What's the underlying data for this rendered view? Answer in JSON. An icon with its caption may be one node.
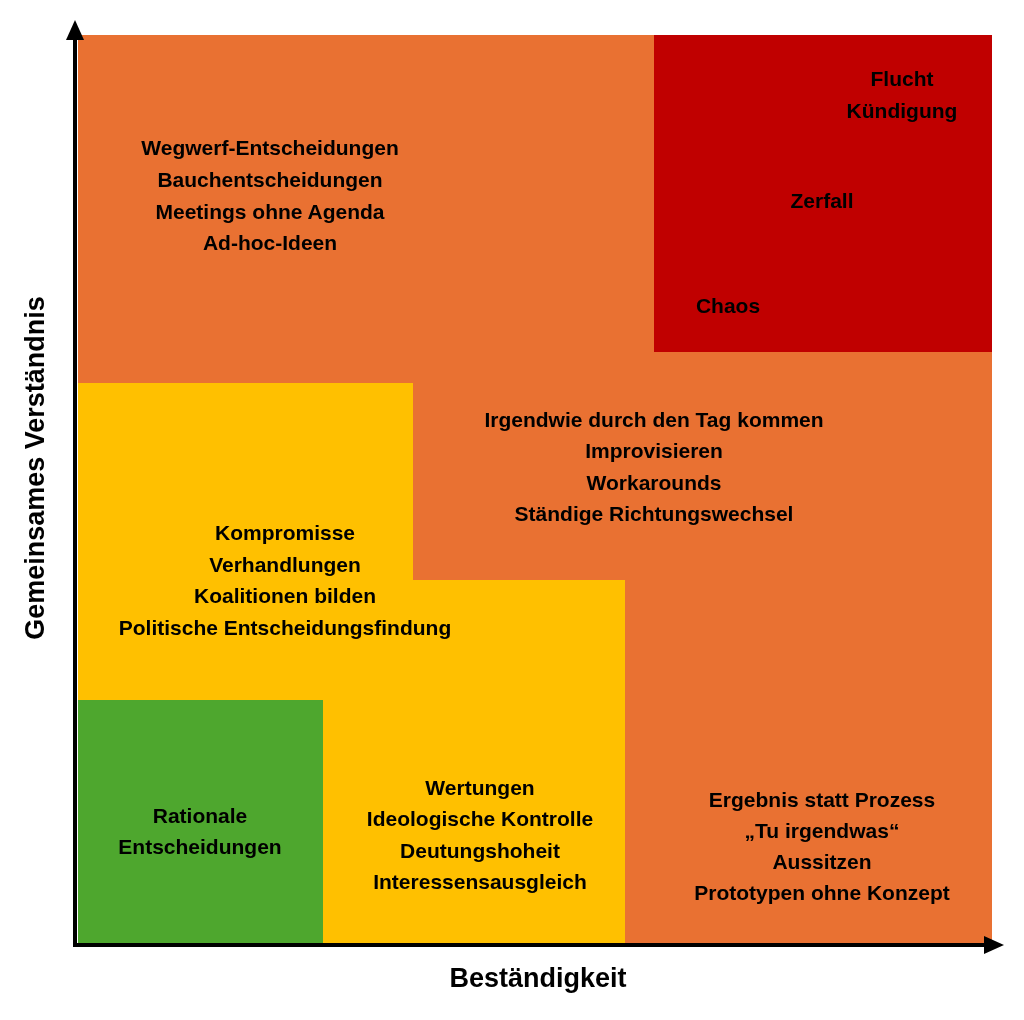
{
  "diagram": {
    "nodes": [
      {
        "text": [
          "Wegwerf-Entscheidungen",
          "Bauchentscheidungen",
          "Meetings ohne Agenda",
          "Ad-hoc-Ideen",
          "Irgendwie durch den Tag kommen",
          "Improvisieren",
          "Workarounds",
          "Ständige Richtungswechsel",
          "Ergebnis statt Prozess",
          "„Tu irgendwas“",
          "Aussitzen",
          "Prototypen ohne Konzept"
        ]
      },
      {
        "text": [
          "Flucht",
          "Kündigung",
          "Zerfall",
          "Chaos"
        ],
        "in": 0
      },
      {
        "text": [
          "Kompromisse",
          "Verhandlungen",
          "Koalitionen bilden",
          "Politische Entscheidungsfindung",
          "Wertungen",
          "Ideologische Kontrolle",
          "Deutungshoheit",
          "Interessensausgleich"
        ],
        "in": 0
      },
      {
        "text": [
          "Rationale Entscheidungen"
        ],
        "in": 2
      }
    ],
    "labels": [
      "Gemeinsames Verständnis",
      "Beständigkeit"
    ]
  }
}
